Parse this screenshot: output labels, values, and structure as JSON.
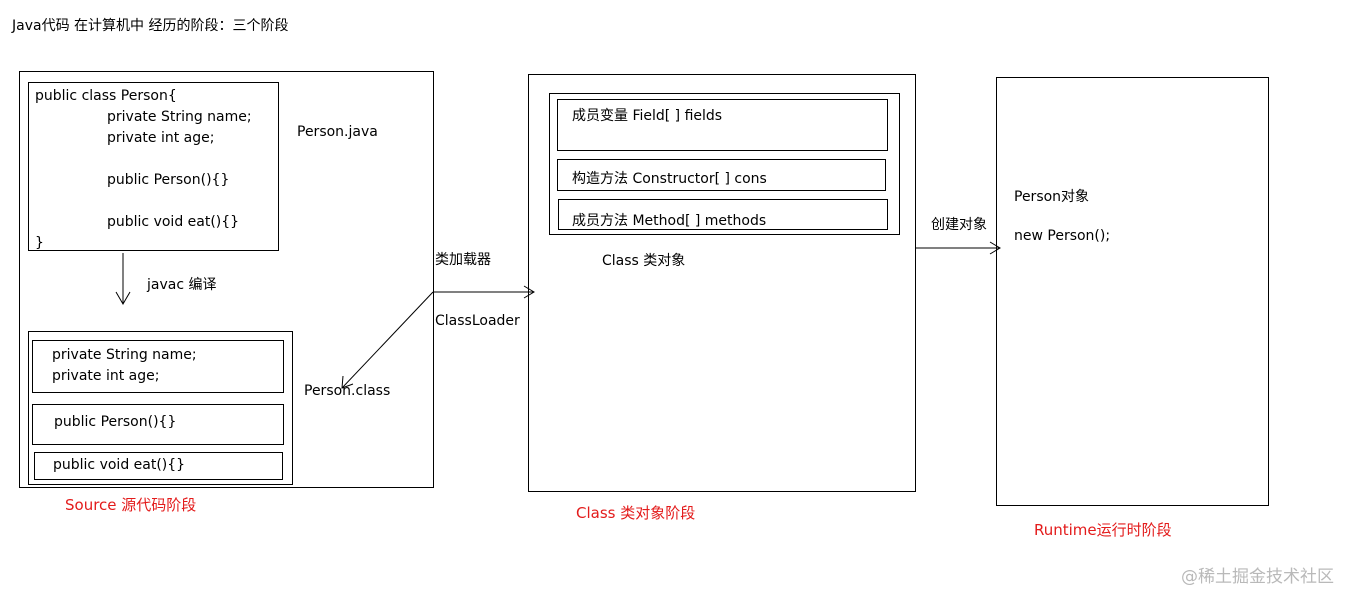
{
  "title": "Java代码 在计算机中 经历的阶段：三个阶段",
  "source": {
    "code_lines": [
      "public class Person{",
      "private String name;",
      "private int age;",
      "public Person(){}",
      "public void eat(){}",
      "}"
    ],
    "file_java": "Person.java",
    "compile_label": "javac 编译",
    "class_fields": [
      "private String name;",
      "private int age;"
    ],
    "class_ctor": "public Person(){}",
    "class_method": "public void eat(){}",
    "file_class": "Person.class",
    "stage_label": "Source 源代码阶段"
  },
  "loader": {
    "label_cn": "类加载器",
    "label_en": "ClassLoader"
  },
  "class_stage": {
    "fields": "成员变量  Field[ ] fields",
    "constructors": "构造方法  Constructor[ ] cons",
    "methods": "成员方法 Method[ ] methods",
    "object_label": "Class 类对象",
    "stage_label": "Class 类对象阶段"
  },
  "create": {
    "label": "创建对象"
  },
  "runtime": {
    "object_label": "Person对象",
    "new_expr": "new Person();",
    "stage_label": "Runtime运行时阶段"
  },
  "watermark": "@稀土掘金技术社区",
  "colors": {
    "stage_label": "#e31b1b",
    "line": "#000000"
  }
}
